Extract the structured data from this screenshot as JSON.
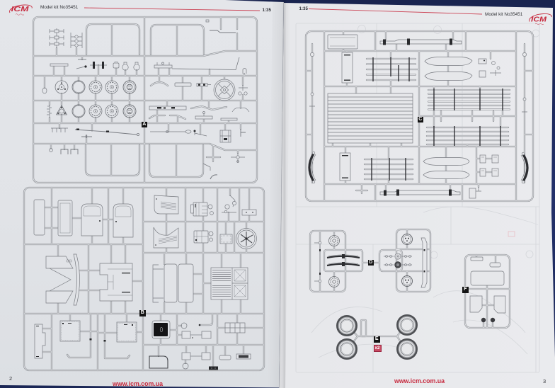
{
  "colors": {
    "brand_red": "#c72a3e",
    "sprue_label_bg": "#141414",
    "quantity_badge_bg": "#c84a62"
  },
  "pages": {
    "left": {
      "page_number": "2",
      "header": {
        "logo": "ICM",
        "kit_label": "Model kit No35451",
        "scale": "1:35"
      },
      "sprues": [
        {
          "letter": "A"
        },
        {
          "letter": "B"
        }
      ],
      "footer": {
        "website": "www.icm.com.ua"
      }
    },
    "right": {
      "page_number": "3",
      "header": {
        "scale": "1:35",
        "kit_label": "Model kit No35451",
        "logo": "ICM"
      },
      "sprues": [
        {
          "letter": "C"
        },
        {
          "letter": "D"
        },
        {
          "letter": "E",
          "quantity": "x2"
        },
        {
          "letter": "F"
        }
      ],
      "footer": {
        "website": "www.icm.com.ua"
      }
    }
  }
}
